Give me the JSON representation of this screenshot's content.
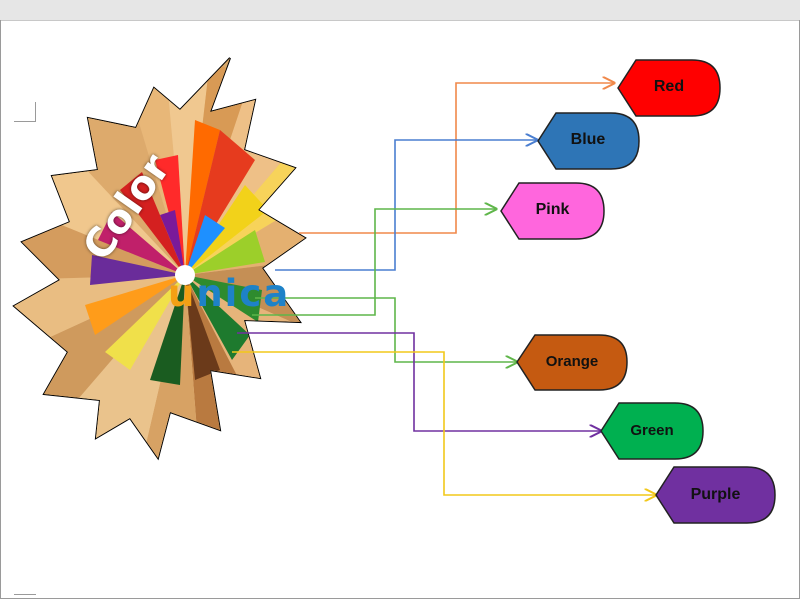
{
  "diagram": {
    "center_word": "Color",
    "logo": {
      "prefix": "u",
      "rest": "nica"
    },
    "tags": [
      {
        "label": "Red",
        "fill": "#ff0000",
        "line_color": "#f0884a"
      },
      {
        "label": "Blue",
        "fill": "#2e75b6",
        "line_color": "#4a7ed0"
      },
      {
        "label": "Pink",
        "fill": "#ff66dd",
        "line_color": "#5fb64a"
      },
      {
        "label": "Orange",
        "fill": "#c55a11",
        "line_color": "#5fb64a"
      },
      {
        "label": "Green",
        "fill": "#00b050",
        "line_color": "#7030a0"
      },
      {
        "label": "Purple",
        "fill": "#7030a0",
        "line_color": "#f2c81a"
      }
    ]
  }
}
